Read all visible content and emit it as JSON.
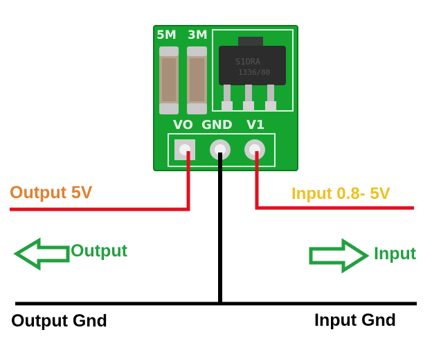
{
  "labels": {
    "output_voltage": "Output 5V",
    "input_voltage": "Input 0.8- 5V",
    "output": "Output",
    "input": "Input",
    "output_gnd": "Output Gnd",
    "input_gnd": "Input Gnd"
  },
  "board": {
    "pin_vo": "VO",
    "pin_gnd": "GND",
    "pin_v1": "V1",
    "cap_left": "5M",
    "cap_right": "3M",
    "chip_line1": "S1ORA",
    "chip_line2": "1336/80"
  },
  "colors": {
    "wire_red": "#e01020",
    "wire_black": "#000000",
    "pcb_green": "#16a431",
    "arrow_green": "#22a040",
    "output_label": "#e08030",
    "input_label": "#f0c020"
  },
  "icons": {
    "output_arrow": "arrow-left-icon",
    "input_arrow": "arrow-right-icon"
  }
}
